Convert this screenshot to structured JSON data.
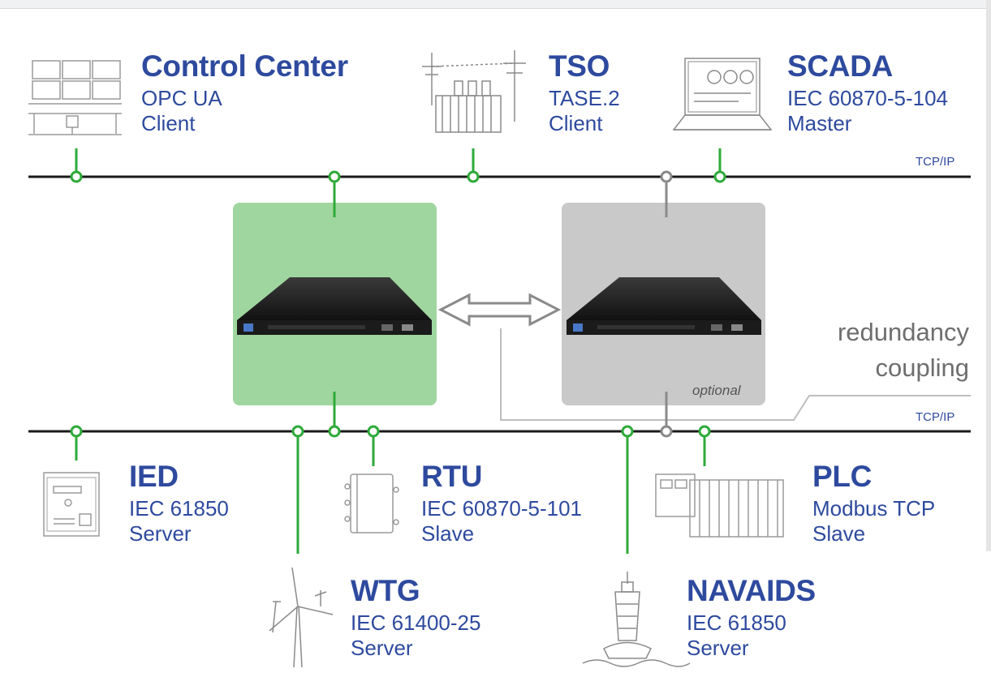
{
  "networks": {
    "top_label": "TCP/IP",
    "bottom_label": "TCP/IP"
  },
  "redundancy": {
    "line1": "redundancy",
    "line2": "coupling",
    "optional": "optional"
  },
  "devices": {
    "control_center": {
      "title": "Control Center",
      "protocol": "OPC UA",
      "role": "Client",
      "icon": "control-room-icon"
    },
    "tso": {
      "title": "TSO",
      "protocol": "TASE.2",
      "role": "Client",
      "icon": "substation-icon"
    },
    "scada": {
      "title": "SCADA",
      "protocol": "IEC 60870-5-104",
      "role": "Master",
      "icon": "laptop-icon"
    },
    "ied": {
      "title": "IED",
      "protocol": "IEC 61850",
      "role": "Server",
      "icon": "relay-device-icon"
    },
    "rtu": {
      "title": "RTU",
      "protocol": "IEC 60870-5-101",
      "role": "Slave",
      "icon": "rtu-box-icon"
    },
    "plc": {
      "title": "PLC",
      "protocol": "Modbus TCP",
      "role": "Slave",
      "icon": "plc-rack-icon"
    },
    "wtg": {
      "title": "WTG",
      "protocol": "IEC 61400-25",
      "role": "Server",
      "icon": "wind-turbine-icon"
    },
    "navaids": {
      "title": "NAVAIDS",
      "protocol": "IEC 61850",
      "role": "Server",
      "icon": "buoy-icon"
    }
  },
  "colors": {
    "accent_green": "#2eaa3a",
    "box_green": "#9fd69f",
    "box_gray": "#c9c9c9",
    "text_blue": "#2e4a9e"
  }
}
